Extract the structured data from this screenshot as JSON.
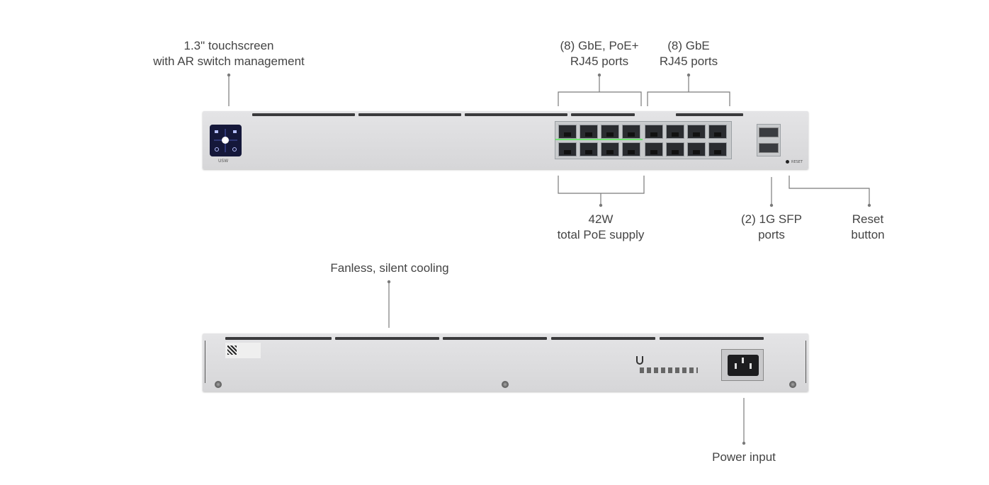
{
  "callouts": {
    "touchscreen": [
      "1.3\" touchscreen",
      "with AR switch management"
    ],
    "poe_ports": [
      "(8) GbE, PoE+",
      "RJ45 ports"
    ],
    "gbe_ports": [
      "(8) GbE",
      "RJ45 ports"
    ],
    "poe_supply": [
      "42W",
      "total PoE supply"
    ],
    "sfp_ports": [
      "(2) 1G SFP",
      "ports"
    ],
    "reset": [
      "Reset",
      "button"
    ],
    "cooling": [
      "Fanless, silent cooling"
    ],
    "power": [
      "Power input"
    ]
  },
  "colors": {
    "chassis": "#dcdcde",
    "screen": "#15183a",
    "port_led": "#6fe36f",
    "line": "#777777"
  },
  "front_panel": {
    "screen_label": "USW",
    "reset_label": "RESET",
    "ports_top_count": 8,
    "ports_bottom_count": 8,
    "sfp_count": 2
  }
}
